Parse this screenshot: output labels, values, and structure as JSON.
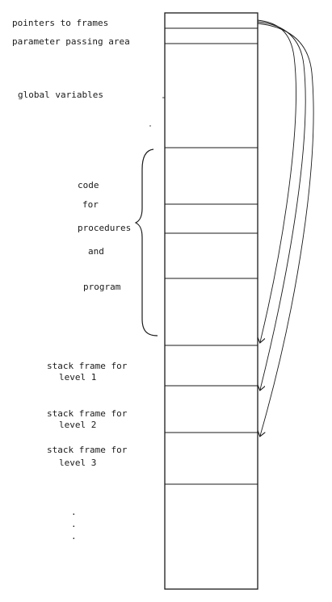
{
  "labels": {
    "pointers_to_frames": "pointers to frames",
    "parameter_passing_area": "parameter passing area",
    "global_variables": "global variables",
    "code": "code",
    "for": "for",
    "procedures": "procedures",
    "and": "and",
    "program": "program",
    "frame1_line1": "stack frame for",
    "frame1_line2": "level 1",
    "frame2_line1": "stack frame for",
    "frame2_line2": "level 2",
    "frame3_line1": "stack frame for",
    "frame3_line2": "level 3",
    "continuation": "."
  },
  "colors": {
    "ink": "#1a1a1a",
    "background": "#ffffff"
  }
}
